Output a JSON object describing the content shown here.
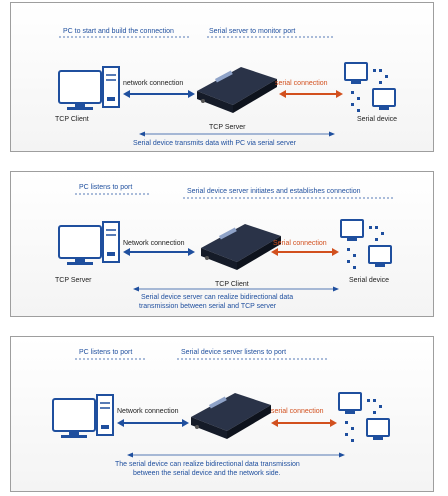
{
  "colors": {
    "blue": "#1f4f9e",
    "orange": "#d2501e",
    "panel_border": "#9e9e9e",
    "device": "#1d2433"
  },
  "panels": [
    {
      "top_left_label": "PC to start and build the connection",
      "top_right_label": "Serial server to monitor port",
      "network_label": "network connection",
      "serial_label": "serial connection",
      "pc_label": "TCP Client",
      "device_label": "Serial device",
      "server_label": "TCP Server",
      "caption": [
        "Serial device transmits data with PC via serial server"
      ]
    },
    {
      "top_left_label": "PC listens to port",
      "top_right_label": "Serial device server initiates and establishes connection",
      "network_label": "Network connection",
      "serial_label": "Serial connection",
      "pc_label": "TCP Server",
      "device_label": "Serial device",
      "server_label": "TCP Client",
      "caption": [
        "Serial device server can realize bidirectional data",
        "transmission between serial and TCP server"
      ]
    },
    {
      "top_left_label": "PC listens to port",
      "top_right_label": "Serial device server listens to port",
      "network_label": "Network connection",
      "serial_label": "serial connection",
      "pc_label": "",
      "device_label": "",
      "server_label": "",
      "caption": [
        "The serial device can realize bidirectional data transmission",
        "between the serial device and the network side."
      ]
    }
  ],
  "icons": [
    "pc-icon",
    "serial-server-icon",
    "serial-device-icon"
  ]
}
